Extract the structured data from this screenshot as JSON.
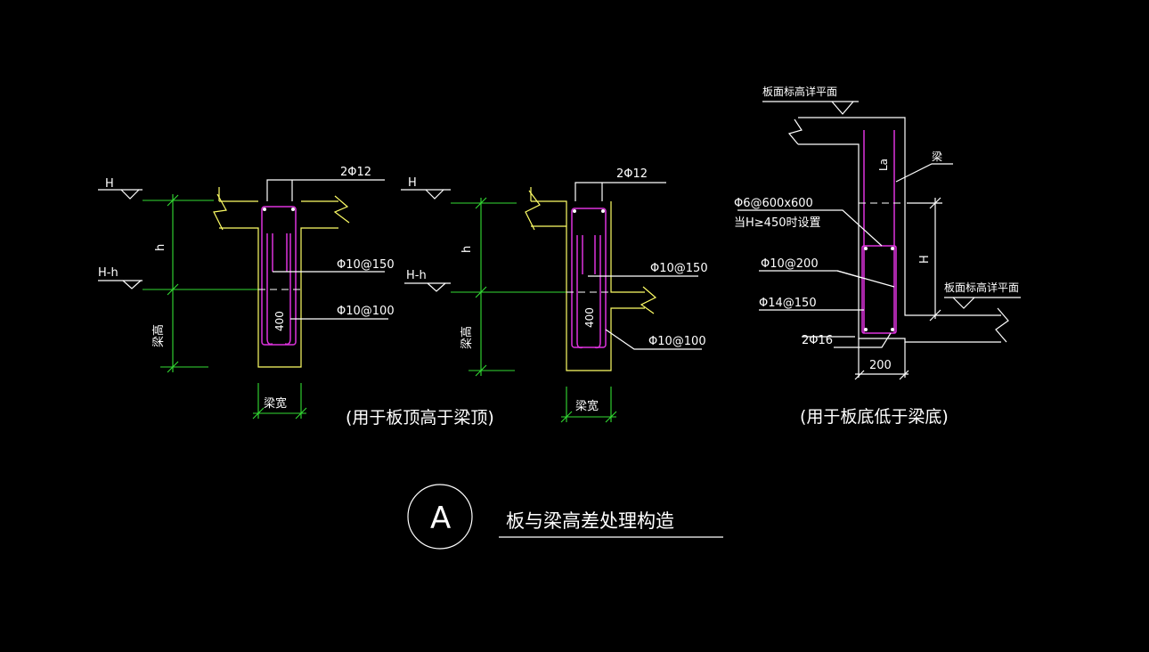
{
  "detail1": {
    "level_top": "H",
    "level_low": "H-h",
    "dim_h": "h",
    "dim_beam_height": "梁高",
    "dim_beam_width": "梁宽",
    "bar_top": "2Φ12",
    "bar_haunch": "Φ10@150",
    "bar_stirrup": "Φ10@100",
    "dim_400": "400"
  },
  "detail2": {
    "level_top": "H",
    "level_low": "H-h",
    "dim_h": "h",
    "dim_beam_height": "梁高",
    "dim_beam_width": "梁宽",
    "bar_top": "2Φ12",
    "bar_haunch": "Φ10@150",
    "bar_stirrup": "Φ10@100",
    "dim_400": "400"
  },
  "caption_left": "(用于板顶高于梁顶)",
  "detail3": {
    "level_top_label": "板面标高详平面",
    "level_low_label": "板面标高详平面",
    "beam_label": "梁",
    "anchor_label": "La",
    "mesh_line1": "Φ6@600x600",
    "mesh_line2": "当H≥450时设置",
    "bar_horizontal": "Φ10@200",
    "bar_vertical": "Φ14@150",
    "bar_bottom": "2Φ16",
    "dim_width": "200",
    "dim_H": "H"
  },
  "caption_right": "(用于板底低于梁底)",
  "title_mark": "A",
  "title": "板与梁高差处理构造"
}
